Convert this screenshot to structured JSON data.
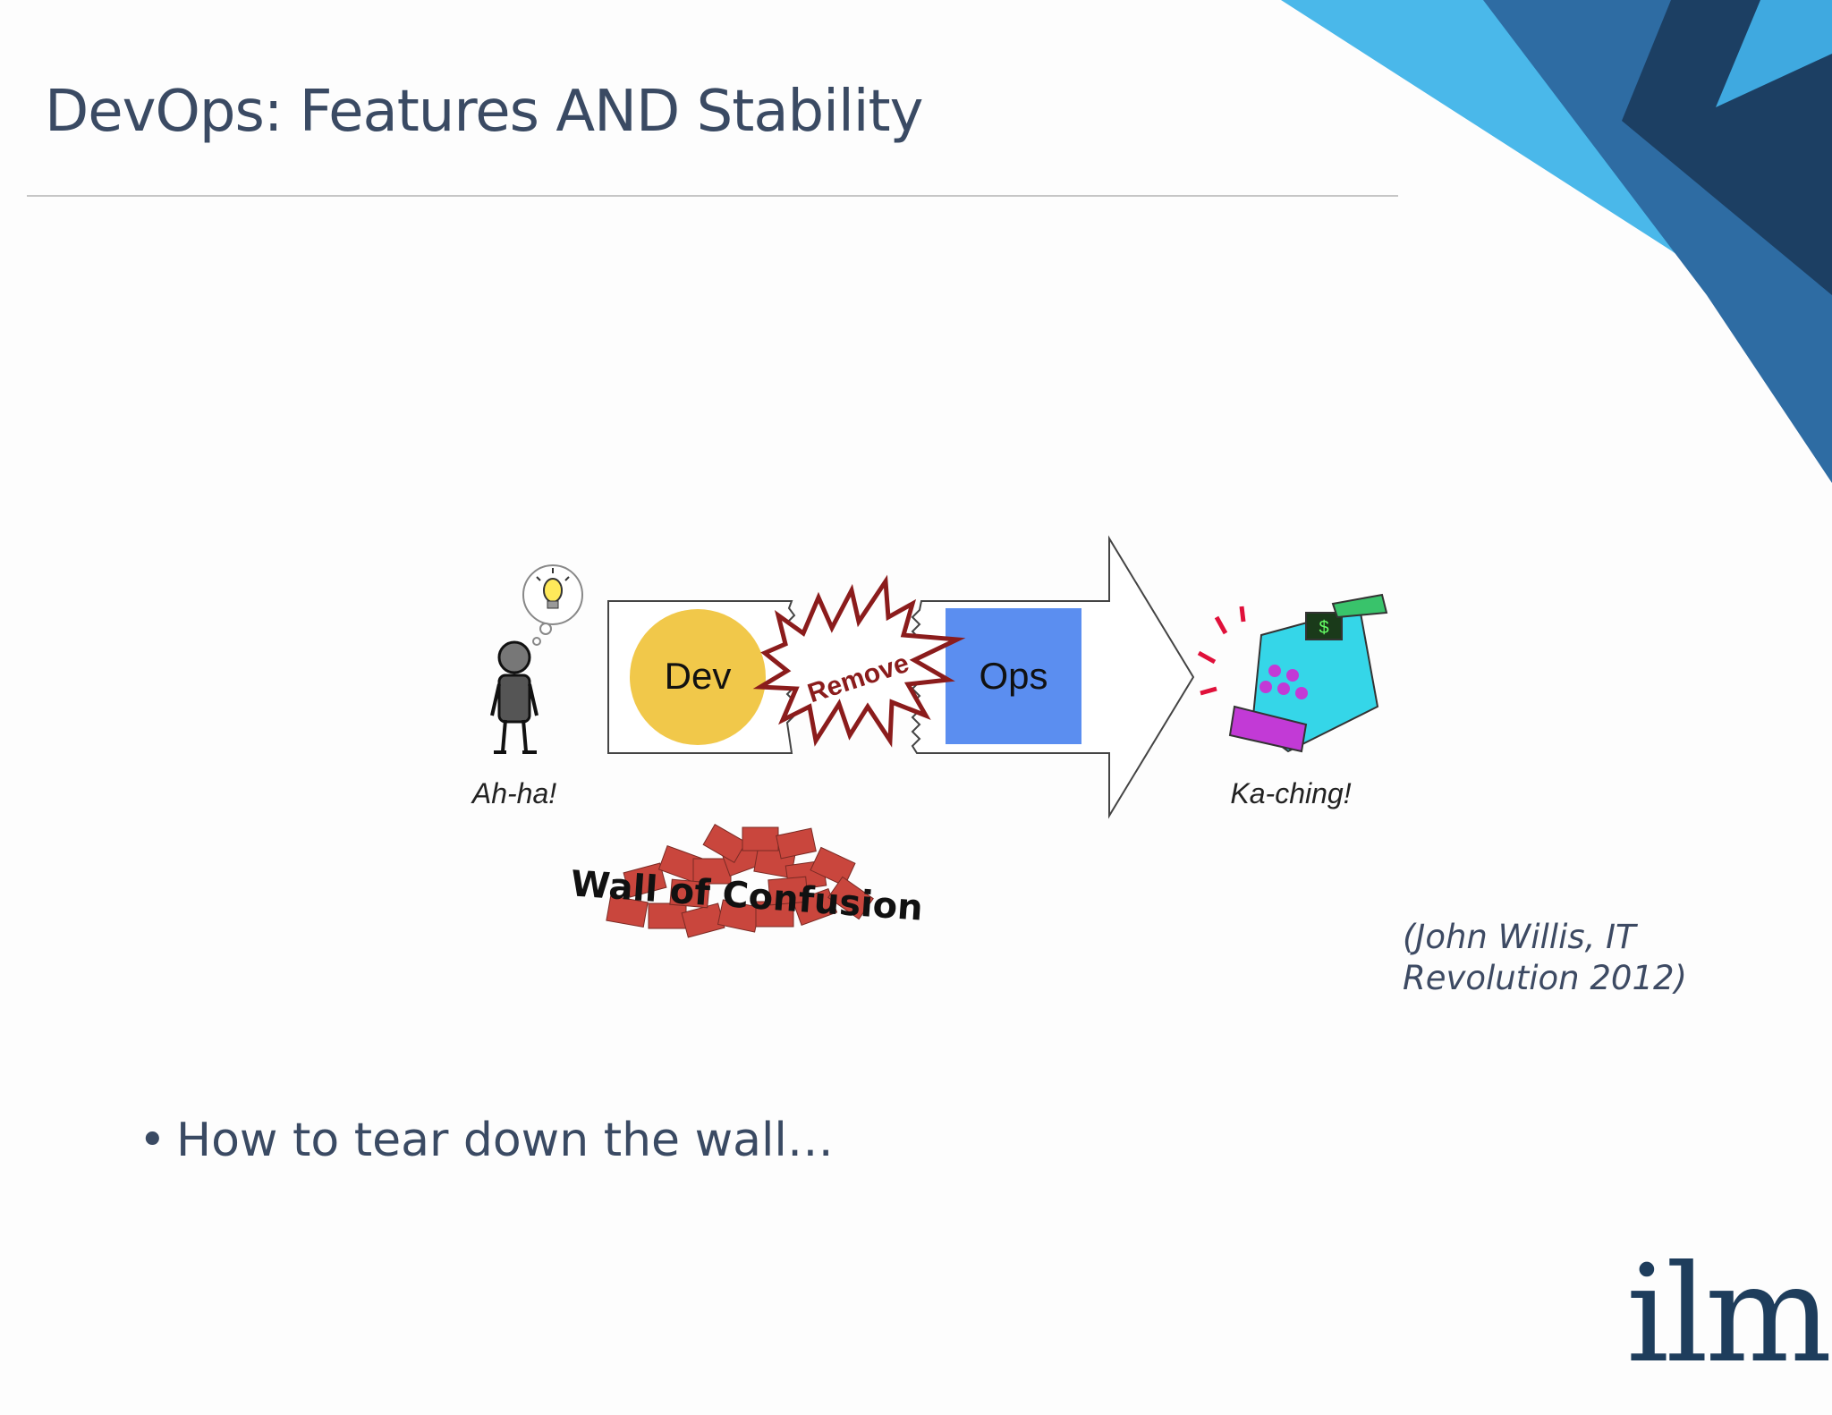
{
  "slide": {
    "title": "DevOps: Features AND Stability",
    "bullet": "How to tear down the wall…",
    "citation_line1": "(John Willis, IT",
    "citation_line2": "Revolution 2012)",
    "logo_text": "ilm"
  },
  "diagram": {
    "person_caption": "Ah-ha!",
    "register_caption": "Ka-ching!",
    "dev_label": "Dev",
    "ops_label": "Ops",
    "burst_label": "Remove",
    "wall_label": "Wall of Confusion"
  },
  "colors": {
    "title": "#3a4a63",
    "dev_circle": "#f1c84a",
    "ops_box": "#5b8ef0",
    "burst_stroke": "#8b1c1c",
    "bricks": "#c9463d",
    "corner_light": "#4ab8ea",
    "corner_mid": "#2e6ca3",
    "corner_dark": "#1c3f63",
    "logo": "#1e3d5c"
  }
}
